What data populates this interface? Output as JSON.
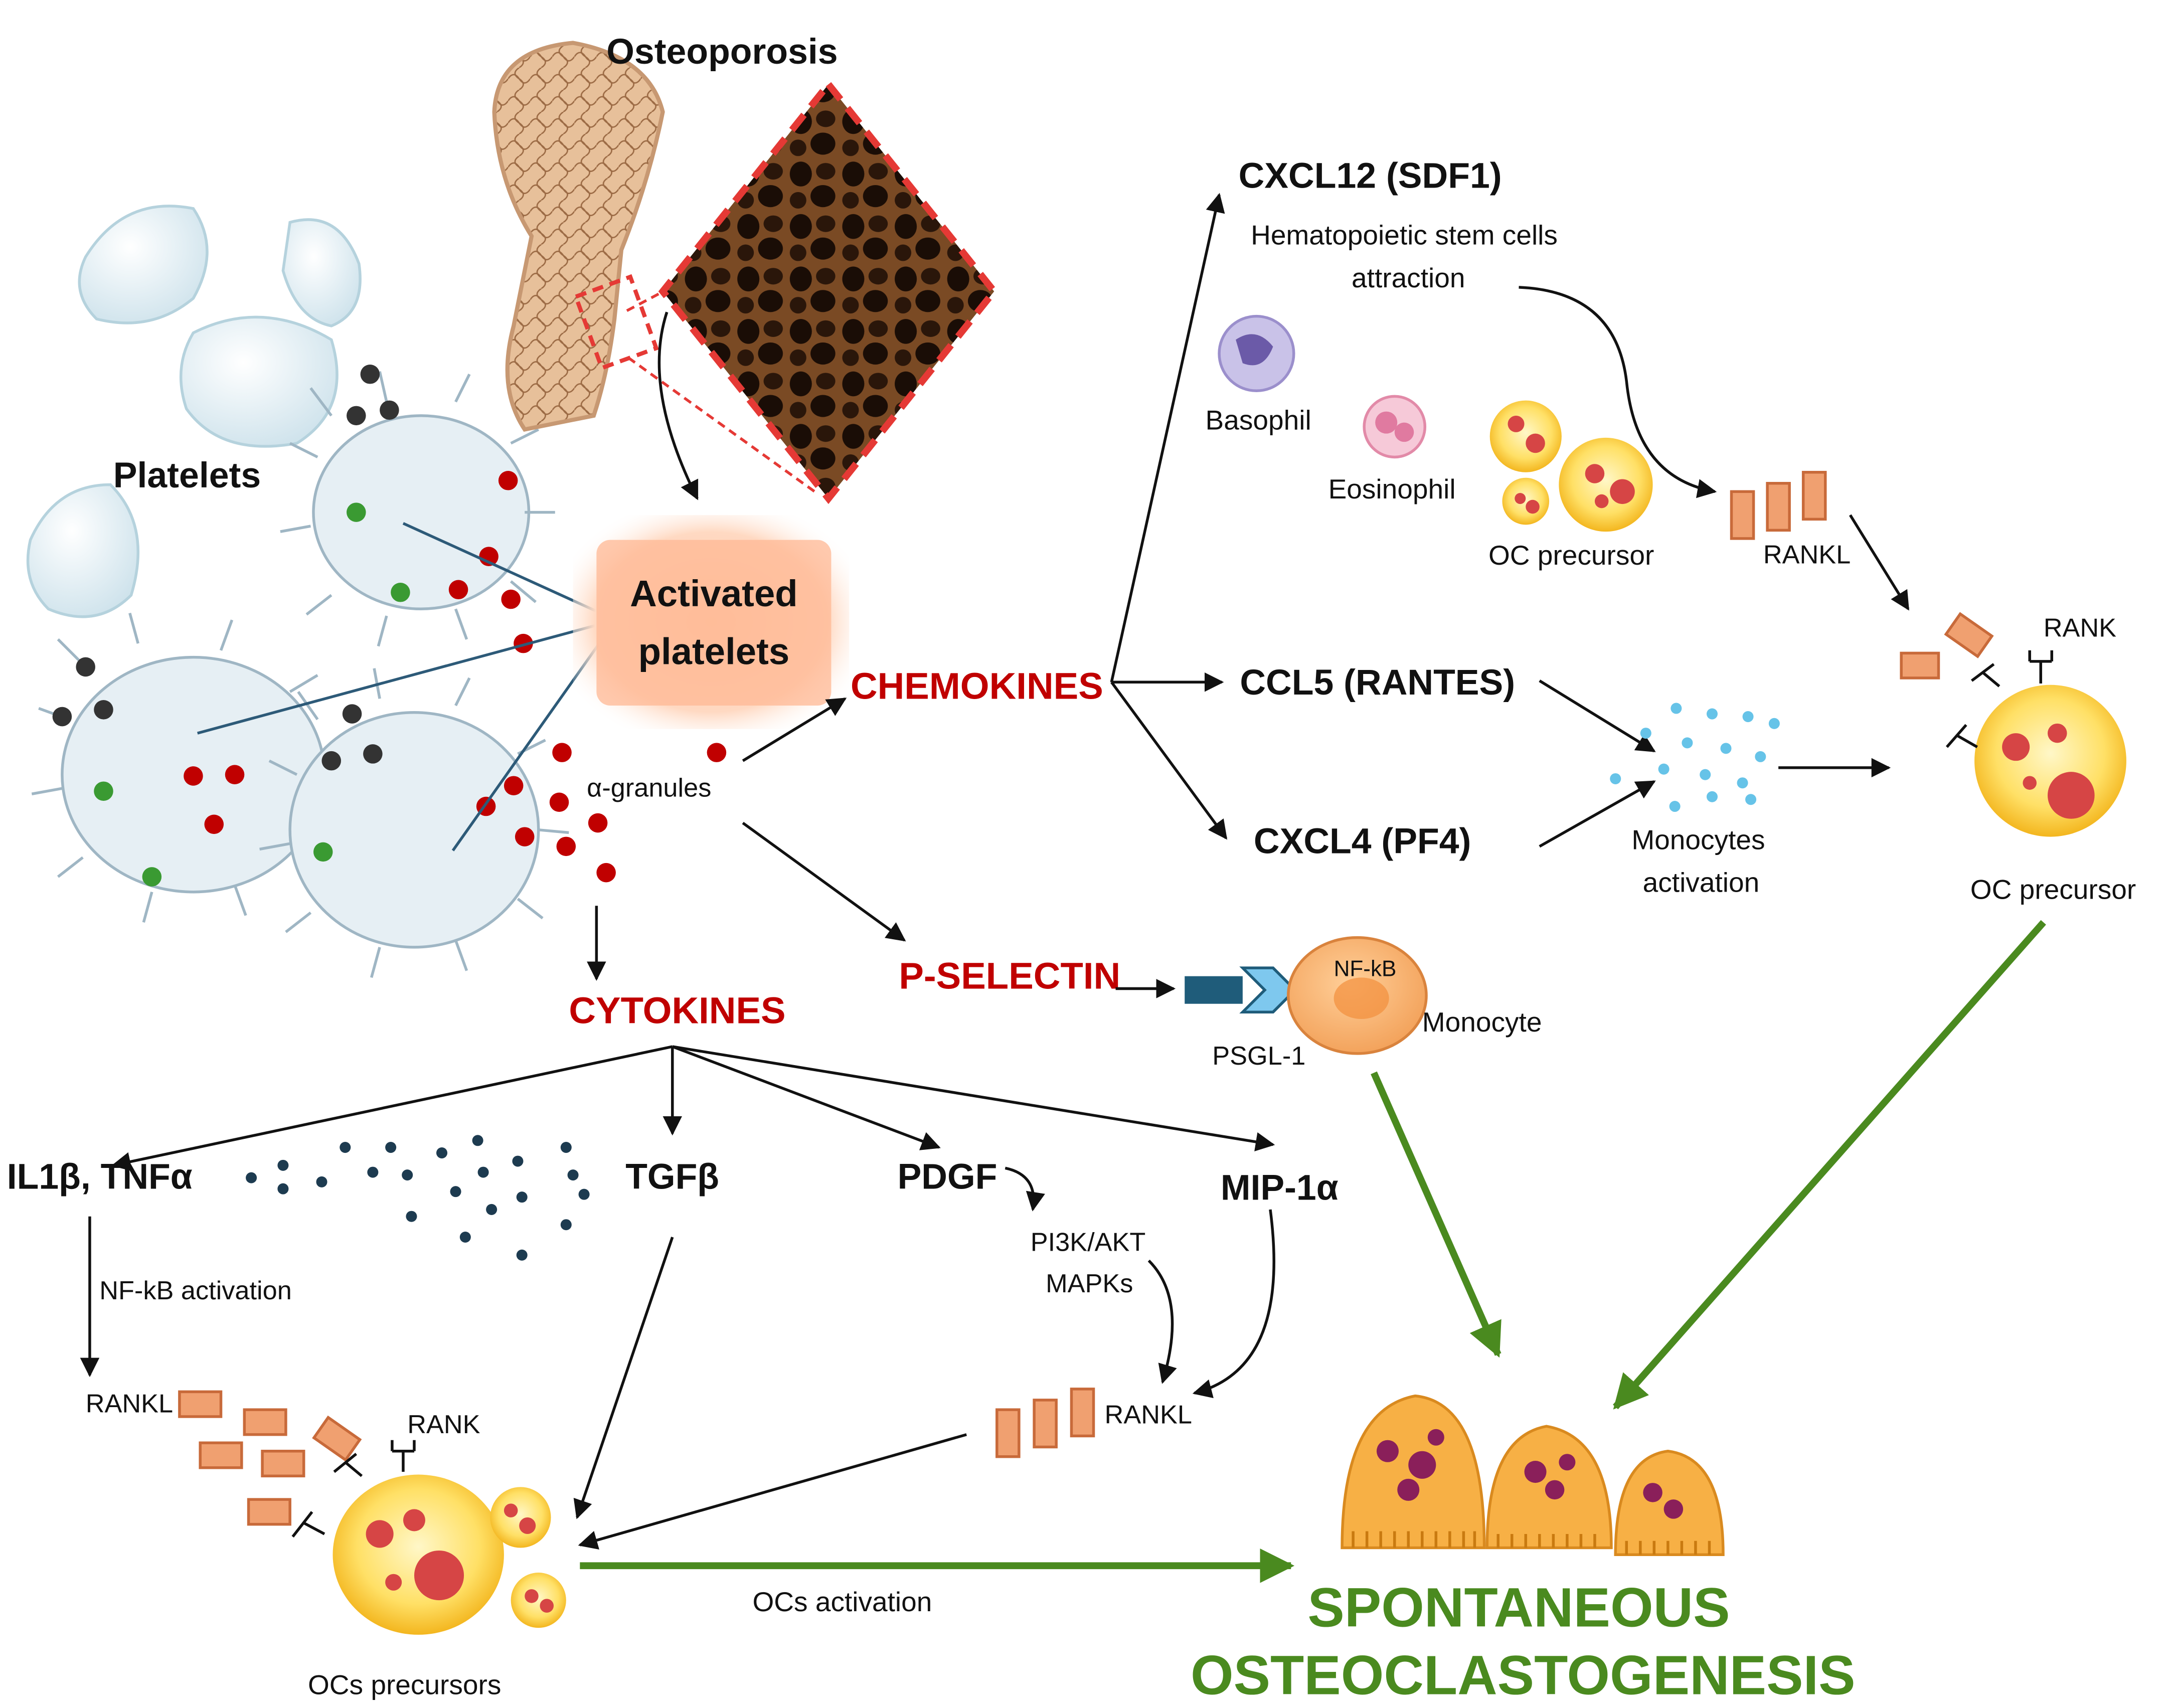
{
  "labels": {
    "osteoporosis": "Osteoporosis",
    "platelets": "Platelets",
    "activated_line1": "Activated",
    "activated_line2": "platelets",
    "alpha_granules": "α-granules",
    "chemokines": "CHEMOKINES",
    "cytokines": "CYTOKINES",
    "p_selectin": "P-SELECTIN",
    "cxcl12": "CXCL12 (SDF1)",
    "hsc_line1": "Hematopoietic stem cells",
    "hsc_line2": "attraction",
    "basophil": "Basophil",
    "eosinophil": "Eosinophil",
    "oc_precursor_top": "OC precursor",
    "rankl_top": "RANKL",
    "rank_top": "RANK",
    "ccl5": "CCL5 (RANTES)",
    "cxcl4": "CXCL4 (PF4)",
    "monocytes_line1": "Monocytes",
    "monocytes_line2": "activation",
    "oc_precursor_right": "OC precursor",
    "nfkb": "NF-kB",
    "monocyte": "Monocyte",
    "psgl1": "PSGL-1",
    "il1b_tnfa": "IL1β, TNFα",
    "tgfb": "TGFβ",
    "pdgf": "PDGF",
    "mip1a": "MIP-1α",
    "nfkb_activation": "NF-kB activation",
    "pi3k_line1": "PI3K/AKT",
    "pi3k_line2": "MAPKs",
    "rankl_left": "RANKL",
    "rank_left": "RANK",
    "rankl_mid": "RANKL",
    "ocs_precursors": "OCs precursors",
    "ocs_activation": "OCs activation",
    "spontaneous": "SPONTANEOUS",
    "osteoclastogenesis": "OSTEOCLASTOGENESIS"
  },
  "colors": {
    "red_text": "#c00000",
    "green": "#4a8a1f",
    "black": "#111111",
    "rankl_fill": "#f0a070",
    "rankl_stroke": "#c86a3a",
    "bone": "#e0b28a",
    "dot_navy": "#1d3b50",
    "dot_cyan": "#66c3e8",
    "granule_red": "#c00000"
  }
}
